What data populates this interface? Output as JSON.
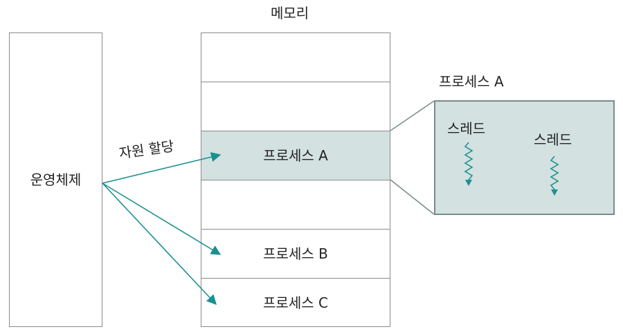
{
  "os": {
    "label": "운영체제"
  },
  "memory": {
    "title": "메모리",
    "blocks": [
      "",
      "",
      "프로세스 A",
      "",
      "프로세스 B",
      "프로세스 C"
    ]
  },
  "arrow_label": "자원 할당",
  "zoom": {
    "title": "프로세스 A",
    "threads": [
      "스레드",
      "스레드"
    ]
  },
  "colors": {
    "teal": "#1a9090",
    "highlight": "#d3e1e0",
    "border": "#8a8a8a",
    "zoom_border": "#7a8a8a"
  }
}
